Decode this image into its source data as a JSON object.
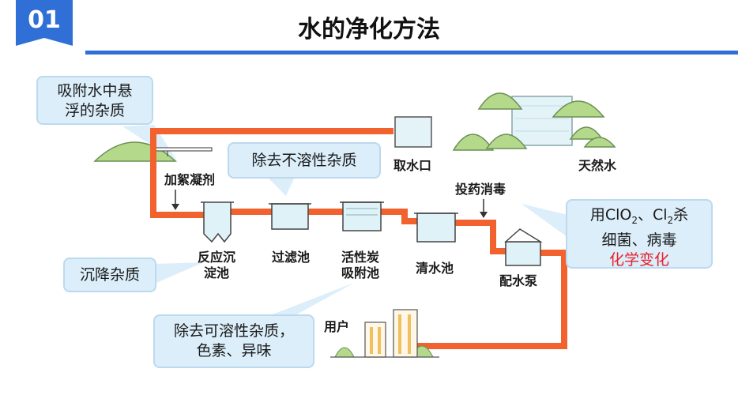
{
  "header": {
    "badge_number": "01",
    "title": "水的净化方法"
  },
  "colors": {
    "pipe": "#f2622e",
    "accent_blue": "#2f6fd6",
    "callout_fill": "#dbeefa",
    "tank_fill": "#dff2f8",
    "tree_green": "#b5d98a",
    "highlight_red": "#e8202a"
  },
  "stations": {
    "intake": "取水口",
    "natural_water": "天然水",
    "flocculant": "加絮凝剂",
    "sedimentation_line1": "反应沉",
    "sedimentation_line2": "淀池",
    "filter": "过滤池",
    "carbon_line1": "活性炭",
    "carbon_line2": "吸附池",
    "clear_water": "清水池",
    "disinfect": "投药消毒",
    "pump": "配水泵",
    "user": "用户"
  },
  "callouts": {
    "adsorb_line1": "吸附水中悬",
    "adsorb_line2": "浮的杂质",
    "insoluble": "除去不溶性杂质",
    "settle": "沉降杂质",
    "soluble_line1": "除去可溶性杂质，",
    "soluble_line2": "色素、异味",
    "disinfect_prefix": "用ClO",
    "disinfect_sub1": "2",
    "disinfect_mid": "、Cl",
    "disinfect_sub2": "2",
    "disinfect_suffix": "杀",
    "disinfect_line2": "细菌、病毒",
    "disinfect_line3": "化学变化"
  }
}
